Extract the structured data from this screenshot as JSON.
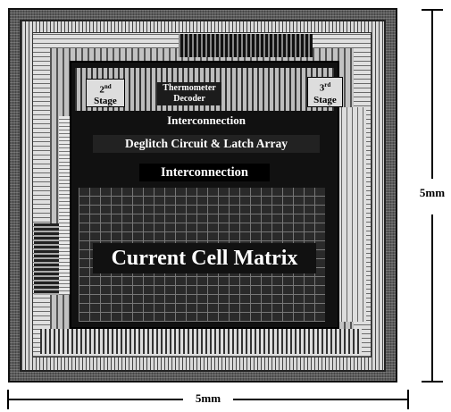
{
  "blocks": {
    "stage2_line1": "2",
    "stage2_sup": "nd",
    "stage2_line2": "Stage",
    "thermo_line1": "Thermometer",
    "thermo_line2": "Decoder",
    "stage3_line1": "3",
    "stage3_sup": "rd",
    "stage3_line2": "Stage",
    "interconnection_top": "Interconnection",
    "deglitch": "Deglitch Circuit & Latch Array",
    "interconnection_bottom": "Interconnection",
    "current_cell_matrix": "Current Cell Matrix"
  },
  "dimensions": {
    "vertical": "5mm",
    "horizontal": "5mm"
  }
}
